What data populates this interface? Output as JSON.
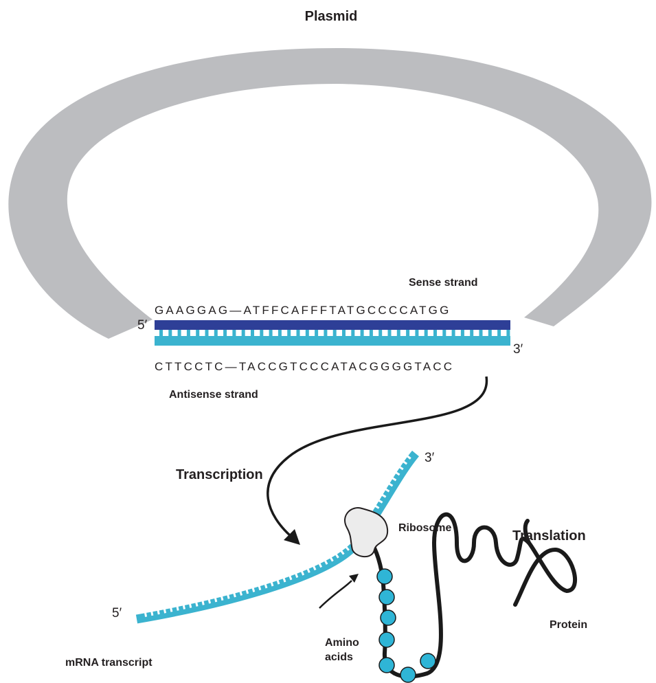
{
  "labels": {
    "plasmid": "Plasmid",
    "sense_strand": "Sense strand",
    "antisense_strand": "Antisense strand",
    "transcription": "Transcription",
    "ribosome": "Ribosome",
    "translation": "Translation",
    "amino_acids_line1": "Amino",
    "amino_acids_line2": "acids",
    "protein": "Protein",
    "mrna_transcript": "mRNA transcript"
  },
  "sequences": {
    "sense": "GAAGGAG—ATFFCAFFFTATGCCCCATGG",
    "antisense": "CTTCCTC—TACCGTCCCATACGGGGTACC"
  },
  "ends": {
    "dna_five_prime": "5′",
    "dna_three_prime": "3′",
    "mrna_three_prime": "3′",
    "mrna_five_prime": "5′"
  },
  "colors": {
    "plasmid_ring": "#bcbdc0",
    "sense_strand": "#2e3f97",
    "antisense_strand": "#3bb3cf",
    "mrna": "#3bb3cf",
    "amino_acid": "#2fb5d6",
    "protein_chain": "#1a1a1a",
    "ribosome": "#ececec"
  }
}
